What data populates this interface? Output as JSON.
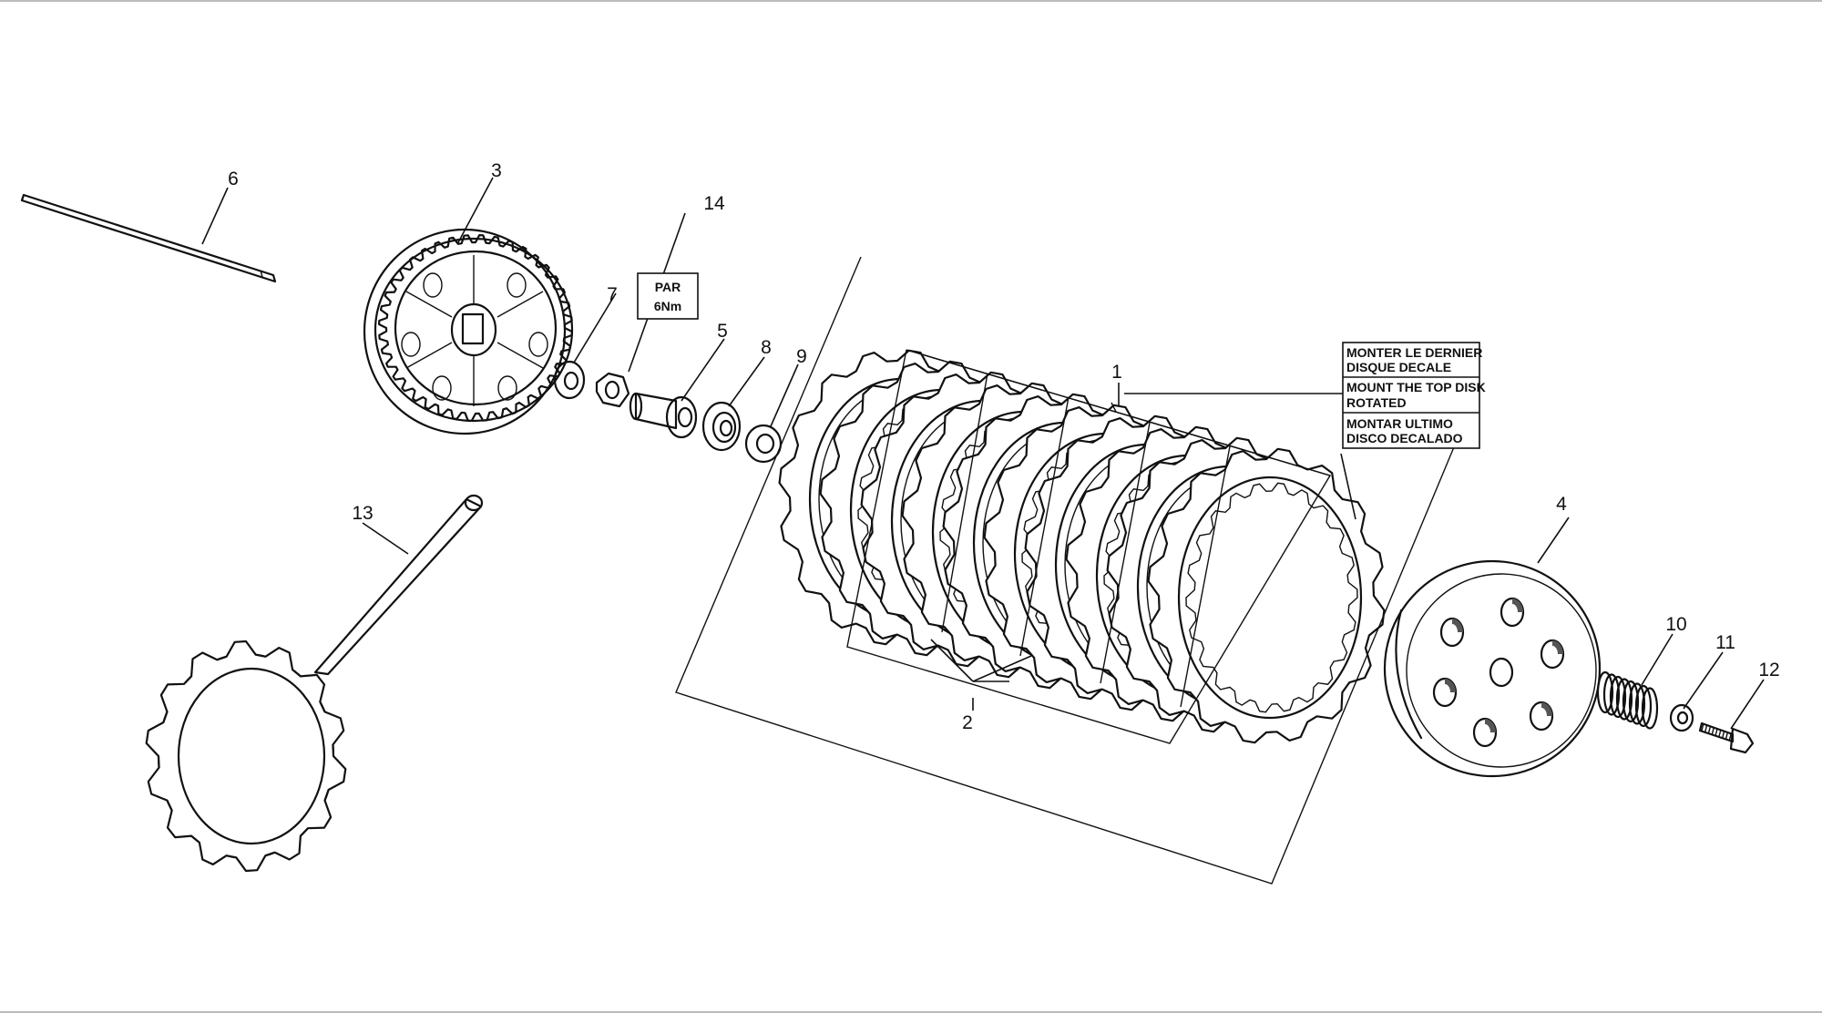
{
  "callouts": {
    "c1": "1",
    "c2": "2",
    "c3": "3",
    "c4": "4",
    "c5": "5",
    "c6": "6",
    "c7": "7",
    "c8": "8",
    "c9": "9",
    "c10": "10",
    "c11": "11",
    "c12": "12",
    "c13": "13",
    "c14": "14"
  },
  "torque_box": {
    "line1": "PAR",
    "line2": "6Nm"
  },
  "notes": [
    {
      "line1": "MONTER LE DERNIER",
      "line2": "DISQUE DECALE"
    },
    {
      "line1": "MOUNT THE TOP DISK",
      "line2": "ROTATED"
    },
    {
      "line1": "MONTAR ULTIMO",
      "line2": "DISCO DECALADO"
    }
  ],
  "colors": {
    "ink": "#111111",
    "background": "#ffffff",
    "frame": "#bbbbbb"
  }
}
